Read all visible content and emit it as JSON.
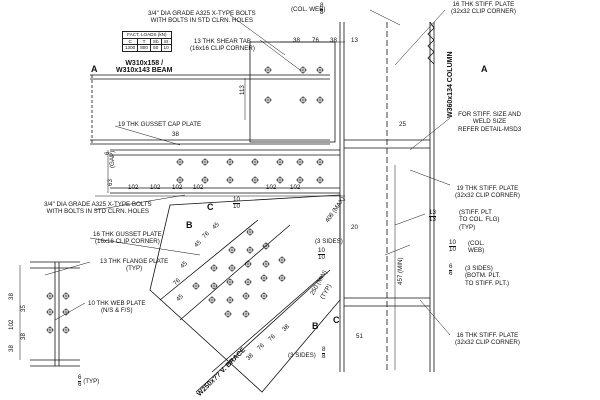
{
  "members": {
    "beam": [
      "W310x158 /",
      "W310x143 BEAM"
    ],
    "column": "W360x134 COLUMN",
    "brace": "W250x?? V. BRACE"
  },
  "loads_table": {
    "title": "FACT. LOADS (kN)",
    "headers": [
      "C",
      "T",
      "Sb",
      "St"
    ],
    "values": [
      "1300",
      "800",
      "50",
      "10"
    ]
  },
  "callouts": {
    "top_bolts": [
      "3/4\" DIA GRADE A325 X-TYPE BOLTS",
      "WITH BOLTS IN STD CLRN. HOLES"
    ],
    "shear_tab": [
      "13 THK SHEAR TAB",
      "(16x16 CLIP CORNER)"
    ],
    "col_web": "(COL. WEB)",
    "stiff_top": [
      "16 THK STIFF. PLATE",
      "(32x32 CLIP CORNER)"
    ],
    "gusset_cap": "19 THK GUSSET CAP PLATE",
    "refer": [
      "FOR STIFF. SIZE AND",
      "WELD SIZE",
      "REFER DETAIL-MSD3"
    ],
    "stiff_19": [
      "19 THK STIFF. PLATE",
      "(32x32 CLIP CORNER)"
    ],
    "stiff_plt": [
      "(STIFF. PLT",
      "TO COL. FLG)",
      "(TYP)"
    ],
    "col_web2": [
      "(COL.",
      "WEB)"
    ],
    "three_sides_r": [
      "(3 SIDES)",
      "(BOTM. PLT.",
      "TO STIFF. PLT.)"
    ],
    "stiff_bot": [
      "16 THK STIFF. PLATE",
      "(32x32 CLIP CORNER)"
    ],
    "mid_bolts": [
      "3/4\" DIA GRADE A325 X-TYPE BOLTS",
      "WITH BOLTS IN STD CLRN. HOLES"
    ],
    "gusset_plate": [
      "16 THK GUSSET PLATE",
      "(16x16 CLIP CORNER)"
    ],
    "flange_plate": [
      "13 THK FLANGE PLATE",
      "(TYP)"
    ],
    "web_plate": [
      "10 THK WEB PLATE",
      "(N/S & F/S)"
    ],
    "three_sides_a": "(3 SIDES)",
    "three_sides_b": "(3 SIDES)",
    "typ": "(TYP)",
    "gap": "(GAP)",
    "max": "406 (MAX)",
    "min": "457 (MIN)",
    "min250": "250 (MIN)",
    "typ2": "(TYP)"
  },
  "sections": {
    "a": "A",
    "b": "B",
    "c": "C"
  },
  "dims": {
    "top": [
      "38",
      "76",
      "38",
      "13"
    ],
    "bottom": [
      "102",
      "102",
      "102",
      "102",
      "102",
      "102"
    ],
    "v113": "113",
    "d38a": "38",
    "d6": "6",
    "d63": "63",
    "d25": "25",
    "d20": "20",
    "d51": "51",
    "d45": [
      "45",
      "76",
      "45"
    ],
    "d45b": [
      "45",
      "76",
      "45"
    ],
    "brace_dims": [
      "38",
      "76",
      "76",
      "38"
    ],
    "left_dims": [
      "38",
      "102",
      "38"
    ],
    "d38left": "38",
    "d35": "35"
  },
  "welds": {
    "w8a": [
      "8",
      "8"
    ],
    "w10a": [
      "10",
      "10"
    ],
    "w13": [
      "13",
      "13"
    ],
    "w10b": [
      "10",
      "10"
    ],
    "w10c": [
      "10",
      "10"
    ],
    "w6a": [
      "6",
      "6"
    ],
    "w8b": [
      "8",
      "8"
    ],
    "w6b": [
      "6",
      "6"
    ]
  }
}
